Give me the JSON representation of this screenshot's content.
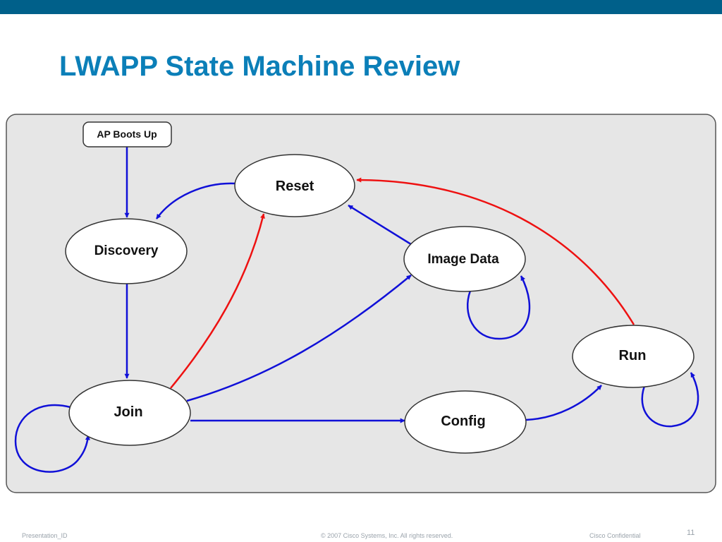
{
  "slide": {
    "title": "LWAPP State Machine Review",
    "accent_color": "#00608a",
    "title_color": "#0b7fb8"
  },
  "diagram": {
    "start_label": "AP Boots Up",
    "nodes": {
      "reset": "Reset",
      "discovery": "Discovery",
      "image_data": "Image Data",
      "join": "Join",
      "config": "Config",
      "run": "Run"
    },
    "arrow_colors": {
      "normal": "#1010d8",
      "reset": "#ee1111"
    }
  },
  "footer": {
    "presentation_id": "Presentation_ID",
    "copyright": "© 2007 Cisco Systems, Inc. All rights reserved.",
    "confidential": "Cisco Confidential",
    "page_number": "11"
  }
}
